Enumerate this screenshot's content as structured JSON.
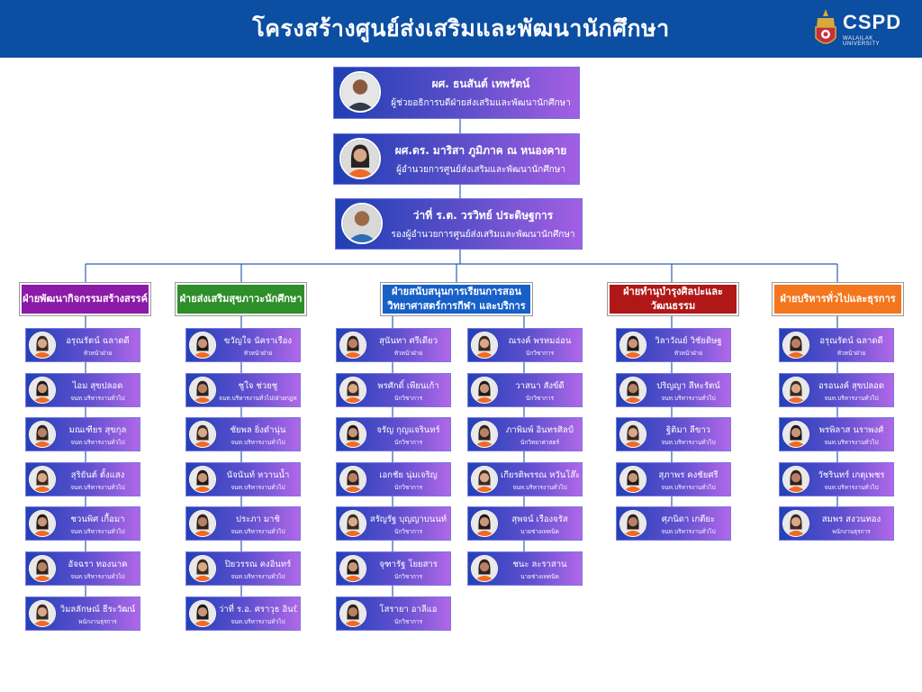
{
  "header": {
    "title": "โครงสร้างศูนย์ส่งเสริมและพัฒนานักศึกษา"
  },
  "logo": {
    "text": "CSPD",
    "subtitle": "WALAILAK UNIVERSITY"
  },
  "colors": {
    "header_bg": "#0b4ea2",
    "dept_purple": "#8b1aa8",
    "dept_green": "#2d8e2a",
    "dept_blue": "#1660c8",
    "dept_red": "#b01717",
    "dept_orange": "#f4761e",
    "card_gradient_start": "#2341b8",
    "card_gradient_end": "#b068e8"
  },
  "leaders": [
    {
      "name": "ผศ. ธนสันต์ เทพรัตน์",
      "role": "ผู้ช่วยอธิการบดีฝ่ายส่งเสริมและพัฒนานักศึกษา"
    },
    {
      "name": "ผศ.ดร. มาริสา ภูมิภาค ณ หนองคาย",
      "role": "ผู้อำนวยการศูนย์ส่งเสริมและพัฒนานักศึกษา"
    },
    {
      "name": "ว่าที่ ร.ต. วรวิทย์ ประดิษฐการ",
      "role": "รองผู้อำนวยการศูนย์ส่งเสริมและพัฒนานักศึกษา"
    }
  ],
  "departments": [
    {
      "title": "ฝ่ายพัฒนากิจกรรมสร้างสรรค์",
      "color": "#8b1aa8"
    },
    {
      "title": "ฝ่ายส่งเสริมสุขภาวะนักศึกษา",
      "color": "#2d8e2a"
    },
    {
      "title": "ฝ่ายสนับสนุนการเรียนการสอน\nวิทยาศาสตร์การกีฬา และบริการ",
      "color": "#1660c8"
    },
    {
      "title": "ฝ่ายทำนุบำรุงศิลปะและวัฒนธรรม",
      "color": "#b01717"
    },
    {
      "title": "ฝ่ายบริหารทั่วไปและธุรการ",
      "color": "#f4761e"
    }
  ],
  "columns": [
    [
      {
        "name": "อรุณรัตน์ ฉลาดดี",
        "role": "หัวหน้าฝ่าย"
      },
      {
        "name": "ไอม สุขปลอด",
        "role": "จนท.บริหารงานทั่วไป"
      },
      {
        "name": "มณเฑียร สุขกุล",
        "role": "จนท.บริหารงานทั่วไป"
      },
      {
        "name": "สุริยันต์ ตั้งแสง",
        "role": "จนท.บริหารงานทั่วไป"
      },
      {
        "name": "ชวนพิศ เกื้อมา",
        "role": "จนท.บริหารงานทั่วไป"
      },
      {
        "name": "อัจฉรา ทองนาค",
        "role": "จนท.บริหารงานทั่วไป"
      },
      {
        "name": "วิมลลักษณ์ ธีระวัฒน์",
        "role": "พนักงานธุรการ"
      }
    ],
    [
      {
        "name": "ขวัญใจ นัคราเรือง",
        "role": "หัวหน้าฝ่าย"
      },
      {
        "name": "ชูใจ ช่วยชู",
        "role": "จนท.บริหารงานทั่วไป(ฝ่ายกฎหมาย)"
      },
      {
        "name": "ชัยพล ยิ่งดำนุ่น",
        "role": "จนท.บริหารงานทั่วไป"
      },
      {
        "name": "นัจนันท์ หวานน้ำ",
        "role": "จนท.บริหารงานทั่วไป"
      },
      {
        "name": "ประภา มาชิ",
        "role": "จนท.บริหารงานทั่วไป"
      },
      {
        "name": "ปิยวรรณ คงอินทร์",
        "role": "จนท.บริหารงานทั่วไป"
      },
      {
        "name": "ว่าที่ ร.อ. ศราวุธ อินปัน",
        "role": "จนท.บริหารงานทั่วไป"
      }
    ],
    [
      {
        "name": "สุนันทา ศรีเดียว",
        "role": "หัวหน้าฝ่าย"
      },
      {
        "name": "พรศักดิ์ เพียนเก้า",
        "role": "นักวิชาการ"
      },
      {
        "name": "จรัญ กุญแจรินทร์",
        "role": "นักวิชาการ"
      },
      {
        "name": "เอกชัย นุ่มเจริญ",
        "role": "นักวิชาการ"
      },
      {
        "name": "สรัญรัฐ บุญญาบนนท์",
        "role": "นักวิชาการ"
      },
      {
        "name": "จุฑารัฐ โยยสาร",
        "role": "นักวิชาการ"
      },
      {
        "name": "โสรายา อาลีแอ",
        "role": "นักวิชาการ"
      }
    ],
    [
      {
        "name": "ณรงค์ พรหมอ่อน",
        "role": "นักวิชาการ"
      },
      {
        "name": "วาสนา สังข์ดี",
        "role": "นักวิชาการ"
      },
      {
        "name": "ภาพิมพ์ อินทรศิลป์",
        "role": "นักวิทยาศาสตร์"
      },
      {
        "name": "เกียรติพรรณ หวันโส๊ะ",
        "role": "จนท.บริหารงานทั่วไป"
      },
      {
        "name": "สุพจน์ เรืองจรัส",
        "role": "นายช่างเทคนิค"
      },
      {
        "name": "ชนะ ละราสาน",
        "role": "นายช่างเทคนิค"
      }
    ],
    [
      {
        "name": "วิลาวัณย์ วิชัยดิษฐ",
        "role": "หัวหน้าฝ่าย"
      },
      {
        "name": "ปริญญา สีหะรัตน์",
        "role": "จนท.บริหารงานทั่วไป"
      },
      {
        "name": "ฐิติมา ลีขาว",
        "role": "จนท.บริหารงานทั่วไป"
      },
      {
        "name": "สุภาพร คงชัยศรี",
        "role": "จนท.บริหารงานทั่วไป"
      },
      {
        "name": "ศุภนิดา เกตียะ",
        "role": "จนท.บริหารงานทั่วไป"
      }
    ],
    [
      {
        "name": "อรุณรัตน์ ฉลาดดี",
        "role": "หัวหน้าฝ่าย"
      },
      {
        "name": "อรอนงค์ สุขปลอด",
        "role": "จนท.บริหารงานทั่วไป"
      },
      {
        "name": "พรพิลาส นราพงศ์",
        "role": "จนท.บริหารงานทั่วไป"
      },
      {
        "name": "วัชรินทร์ เกตุเพชร",
        "role": "จนท.บริหารงานทั่วไป"
      },
      {
        "name": "สมพร สงวนทอง",
        "role": "พนักงานธุรการ"
      }
    ]
  ]
}
